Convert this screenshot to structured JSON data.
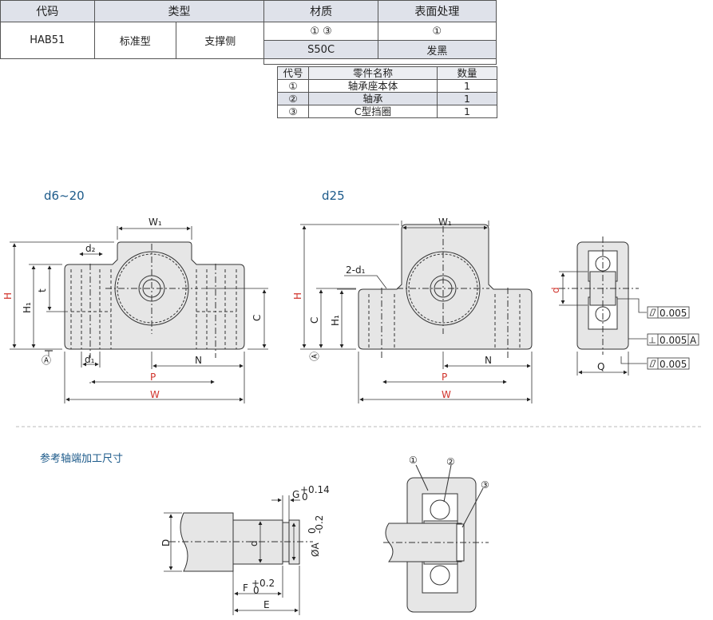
{
  "spec_table": {
    "headers": {
      "code": "代码",
      "type": "类型",
      "material": "材质",
      "surface": "表面处理"
    },
    "code_value": "HAB51",
    "type_values": [
      "标准型",
      "支撑侧"
    ],
    "material_parts": "① ③",
    "material_value": "S50C",
    "surface_parts": "①",
    "surface_value": "发黑"
  },
  "parts_table": {
    "headers": [
      "代号",
      "零件名称",
      "数量"
    ],
    "rows": [
      {
        "no": "①",
        "name": "轴承座本体",
        "qty": "1"
      },
      {
        "no": "②",
        "name": "轴承",
        "qty": "1"
      },
      {
        "no": "③",
        "name": "C型挡圈",
        "qty": "1"
      }
    ]
  },
  "sections": {
    "left_view": "d6~20",
    "right_view": "d25",
    "shaft_processing": "参考轴端加工尺寸"
  },
  "dims": {
    "W1": "W₁",
    "H": "H",
    "H1": "H₁",
    "t": "t",
    "C": "C",
    "d1": "d₁",
    "d2": "d₂",
    "P": "P",
    "N": "N",
    "W": "W",
    "A": "Ⓐ",
    "two_d1": "2-d₁",
    "d": "d",
    "Q": "Q",
    "D": "D",
    "G": "G",
    "G_tol_up": "+0.14",
    "G_tol_lo": "0",
    "F": "F",
    "F_tol_up": "+0.2",
    "F_tol_lo": "0",
    "E": "E",
    "ØA": "ØA",
    "ØA_tol_up": "0",
    "ØA_tol_lo": "-0.2"
  },
  "tolerances": {
    "flat1": "0.005",
    "perp": "0.005",
    "perp_ref": "A",
    "flat2": "0.005"
  },
  "callouts": [
    "①",
    "②",
    "③"
  ],
  "colors": {
    "accent_blue": "#1c5a8a",
    "dim_red": "#d0322a",
    "fill_gray": "#e6e6e6",
    "header_bg": "#dfe2ea"
  }
}
